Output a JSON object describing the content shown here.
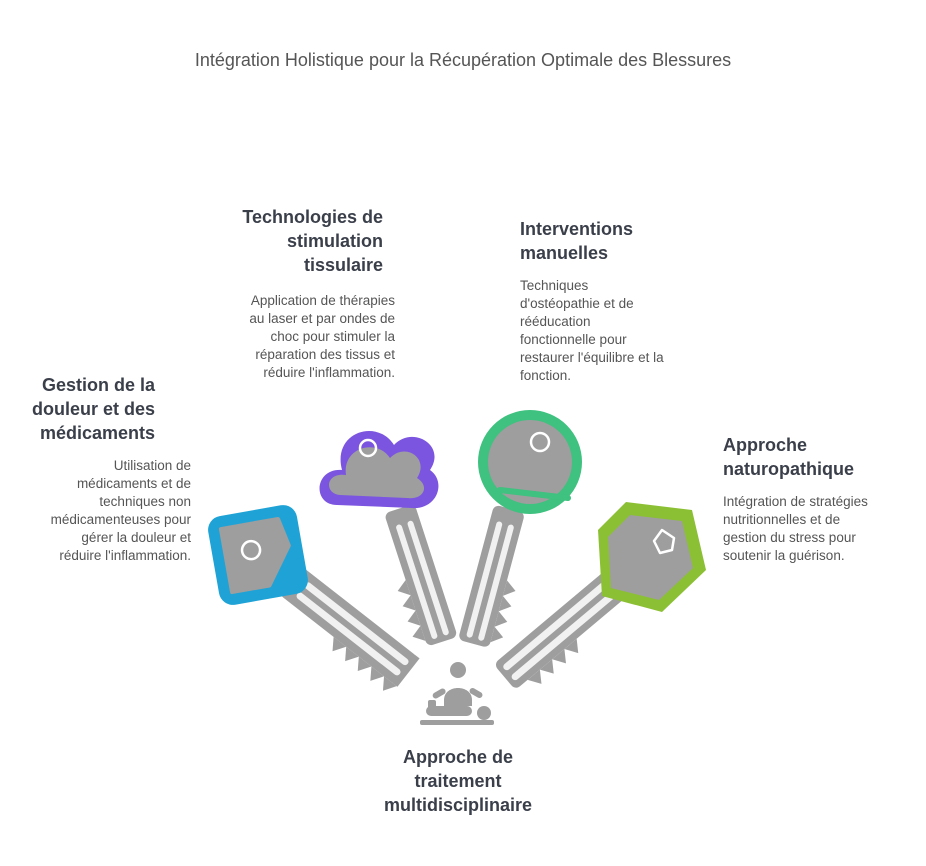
{
  "title": "Intégration Holistique pour la Récupération Optimale des Blessures",
  "items": [
    {
      "heading": "Gestion de la\ndouleur et des\nmédicaments",
      "description": "Utilisation de\nmédicaments et de\ntechniques non\nmédicamenteuses pour\ngérer la douleur et\nréduire l'inflammation.",
      "color": "#1fa3d6"
    },
    {
      "heading": "Technologies de\nstimulation\ntissulaire",
      "description": "Application de thérapies\nau laser et par ondes de\nchoc pour stimuler la\nréparation des tissus et\nréduire l'inflammation.",
      "color": "#7b55e0"
    },
    {
      "heading": "Interventions\nmanuelles",
      "description": "Techniques\nd'ostéopathie et de\nrééducation\nfonctionnelle pour\nrestaurer l'équilibre et la\nfonction.",
      "color": "#3fc17f"
    },
    {
      "heading": "Approche\nnaturopathique",
      "description": "Intégration de stratégies\nnutritionnelles et de\ngestion du stress pour\nsoutenir la guérison.",
      "color": "#8cc034"
    }
  ],
  "center": {
    "heading": "Approche de\ntraitement\nmultidisciplinaire",
    "icon": "massage-therapy-icon"
  }
}
